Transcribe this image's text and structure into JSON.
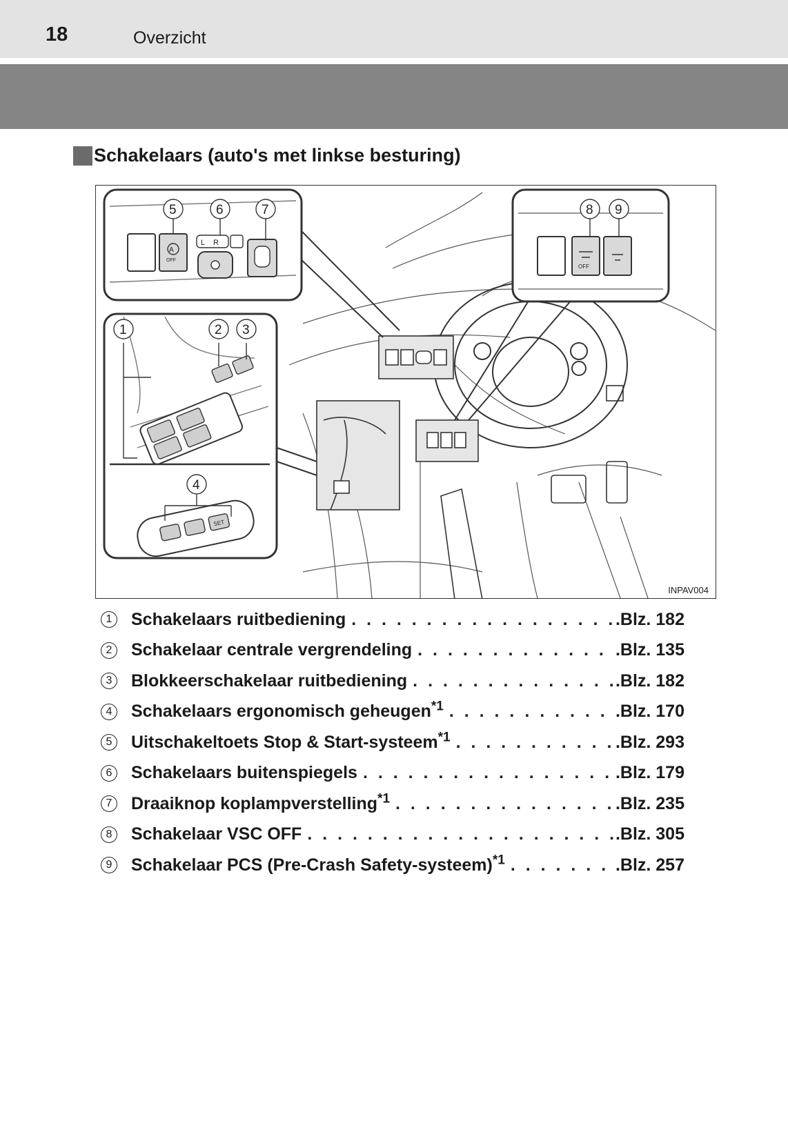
{
  "header": {
    "page_number": "18",
    "section": "Overzicht"
  },
  "heading": "Schakelaars (auto's met linkse besturing)",
  "figure": {
    "code": "INPAV004",
    "callouts": [
      "1",
      "2",
      "3",
      "4",
      "5",
      "6",
      "7",
      "8",
      "9"
    ]
  },
  "items": [
    {
      "num": "1",
      "label": "Schakelaars ruitbediening",
      "sup": "",
      "page": ".Blz. 182"
    },
    {
      "num": "2",
      "label": "Schakelaar centrale vergrendeling",
      "sup": "",
      "page": ".Blz. 135"
    },
    {
      "num": "3",
      "label": "Blokkeerschakelaar ruitbediening",
      "sup": "",
      "page": ".Blz. 182"
    },
    {
      "num": "4",
      "label": "Schakelaars ergonomisch geheugen",
      "sup": "*1",
      "page": ".Blz. 170"
    },
    {
      "num": "5",
      "label": "Uitschakeltoets Stop & Start-systeem",
      "sup": "*1",
      "page": ".Blz. 293"
    },
    {
      "num": "6",
      "label": "Schakelaars buitenspiegels",
      "sup": "",
      "page": ".Blz. 179"
    },
    {
      "num": "7",
      "label": "Draaiknop koplampverstelling",
      "sup": "*1",
      "page": ".Blz. 235"
    },
    {
      "num": "8",
      "label": "Schakelaar VSC OFF",
      "sup": "",
      "page": ".Blz. 305"
    },
    {
      "num": "9",
      "label": "Schakelaar PCS (Pre-Crash Safety-systeem)",
      "sup": "*1",
      "page": ".Blz. 257"
    }
  ]
}
